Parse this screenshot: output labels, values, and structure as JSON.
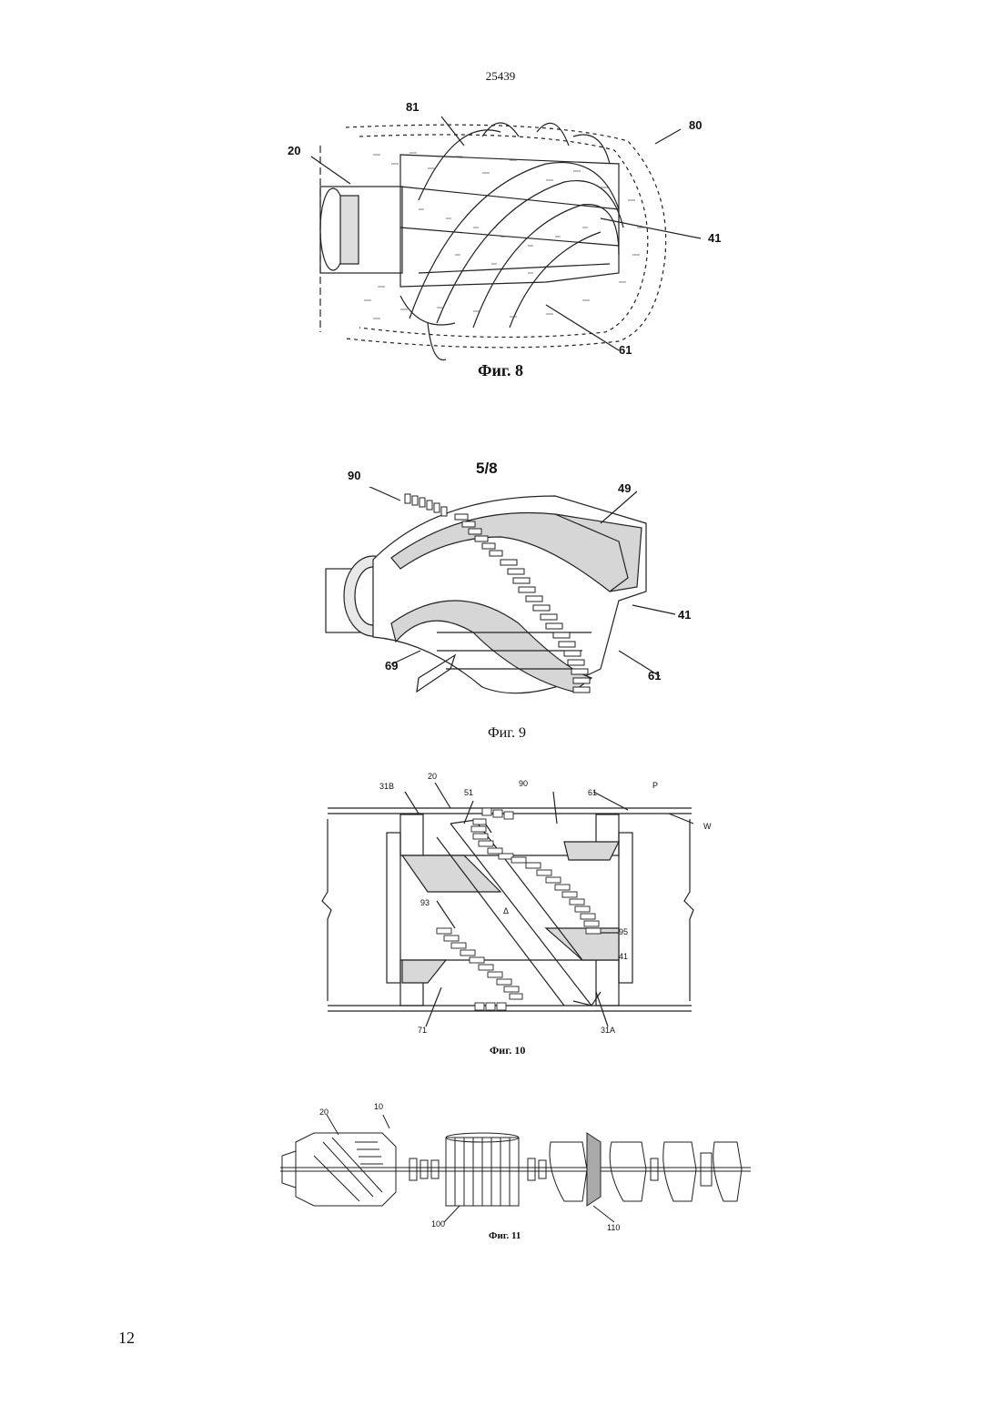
{
  "header": {
    "document_number": "25439"
  },
  "sheet": {
    "label": "5/8"
  },
  "page": {
    "number": "12"
  },
  "figures": {
    "fig8": {
      "caption": "Фиг. 8",
      "labels": {
        "l20": "20",
        "l81": "81",
        "l80": "80",
        "l41": "41",
        "l61": "61"
      }
    },
    "fig9": {
      "caption": "Фиг. 9",
      "labels": {
        "l90": "90",
        "l49": "49",
        "l41": "41",
        "l69": "69",
        "l61": "61"
      }
    },
    "fig10": {
      "caption": "Фиг. 10",
      "labels": {
        "l31B": "31B",
        "l20": "20",
        "l51": "51",
        "l90": "90",
        "l61": "61",
        "lP": "P",
        "lW": "W",
        "l93": "93",
        "lDelta": "Δ",
        "l95": "95",
        "l41": "41",
        "l71": "71",
        "l31A": "31A"
      }
    },
    "fig11": {
      "caption": "Фиг. 11",
      "labels": {
        "l20": "20",
        "l10": "10",
        "l100": "100",
        "l110": "110"
      }
    }
  }
}
